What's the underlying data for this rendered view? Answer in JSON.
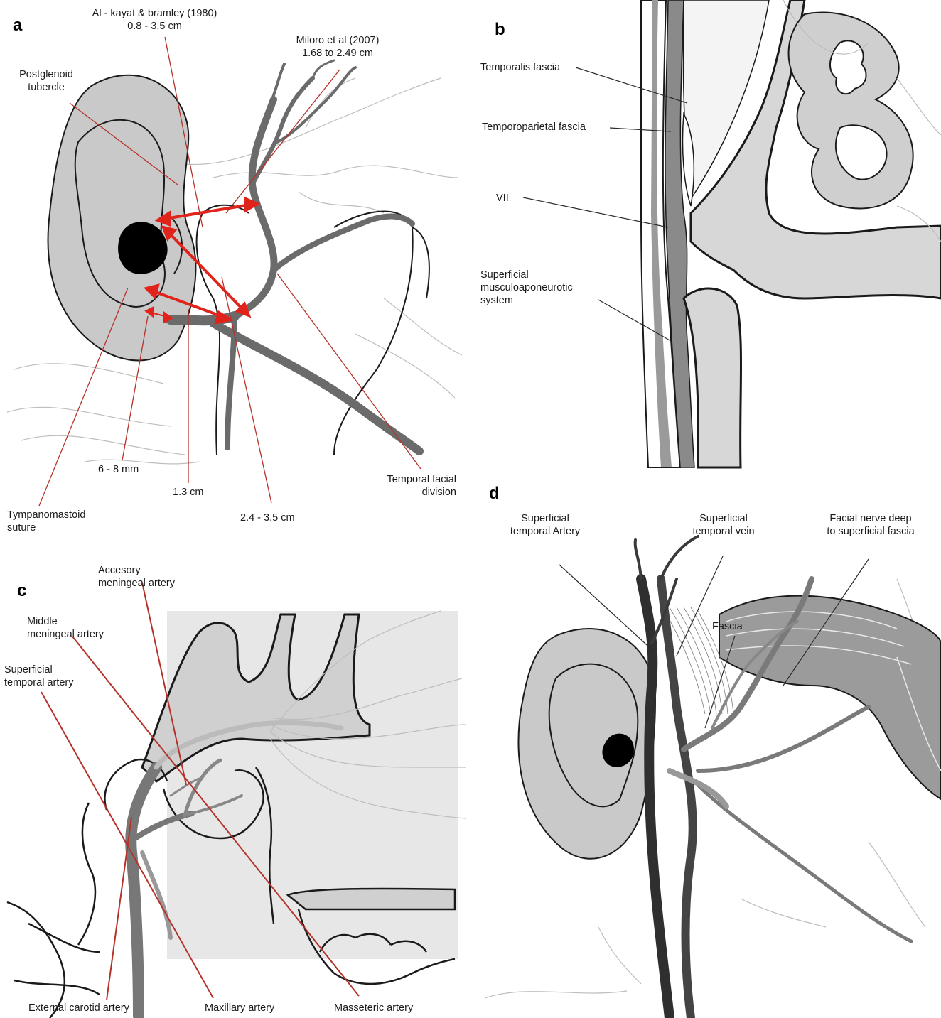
{
  "panels": {
    "a": {
      "label": "a",
      "labels": {
        "alkayat": "Al - kayat & bramley (1980)\n0.8 - 3.5 cm",
        "miloro": "Miloro et al (2007)\n1.68 to 2.49 cm",
        "postglenoid": "Postglenoid\ntubercle",
        "mm68": "6 - 8 mm",
        "cm13": "1.3 cm",
        "cm2435": "2.4 - 3.5 cm",
        "temporal_facial": "Temporal facial\ndivision",
        "tympanomastoid": "Tympanomastoid\nsuture"
      }
    },
    "b": {
      "label": "b",
      "labels": {
        "temporalis_fascia": "Temporalis fascia",
        "temporoparietal_fascia": "Temporoparietal fascia",
        "vii": "VII",
        "smas": "Superficial\nmusculoaponeurotic\nsystem"
      }
    },
    "c": {
      "label": "c",
      "labels": {
        "accessory": "Accesory\nmeningeal artery",
        "middle": "Middle\nmeningeal artery",
        "superficial_temporal": "Superficial\ntemporal artery",
        "external_carotid": "External carotid artery",
        "maxillary": "Maxillary artery",
        "masseteric": "Masseteric artery"
      }
    },
    "d": {
      "label": "d",
      "labels": {
        "sta": "Superficial\ntemporal Artery",
        "stv": "Superficial\ntemporal vein",
        "facial_nerve": "Facial nerve deep\nto superficial fascia",
        "fascia": "Fascia"
      }
    }
  },
  "colors": {
    "leader_red": "#b5322a",
    "arrow_red": "#e0231b",
    "ear_gray": "#c9c9c9",
    "nerve_gray": "#6b6b6b",
    "vessel_dark": "#3a3a3a",
    "bone_fill": "#e3e3e3"
  }
}
